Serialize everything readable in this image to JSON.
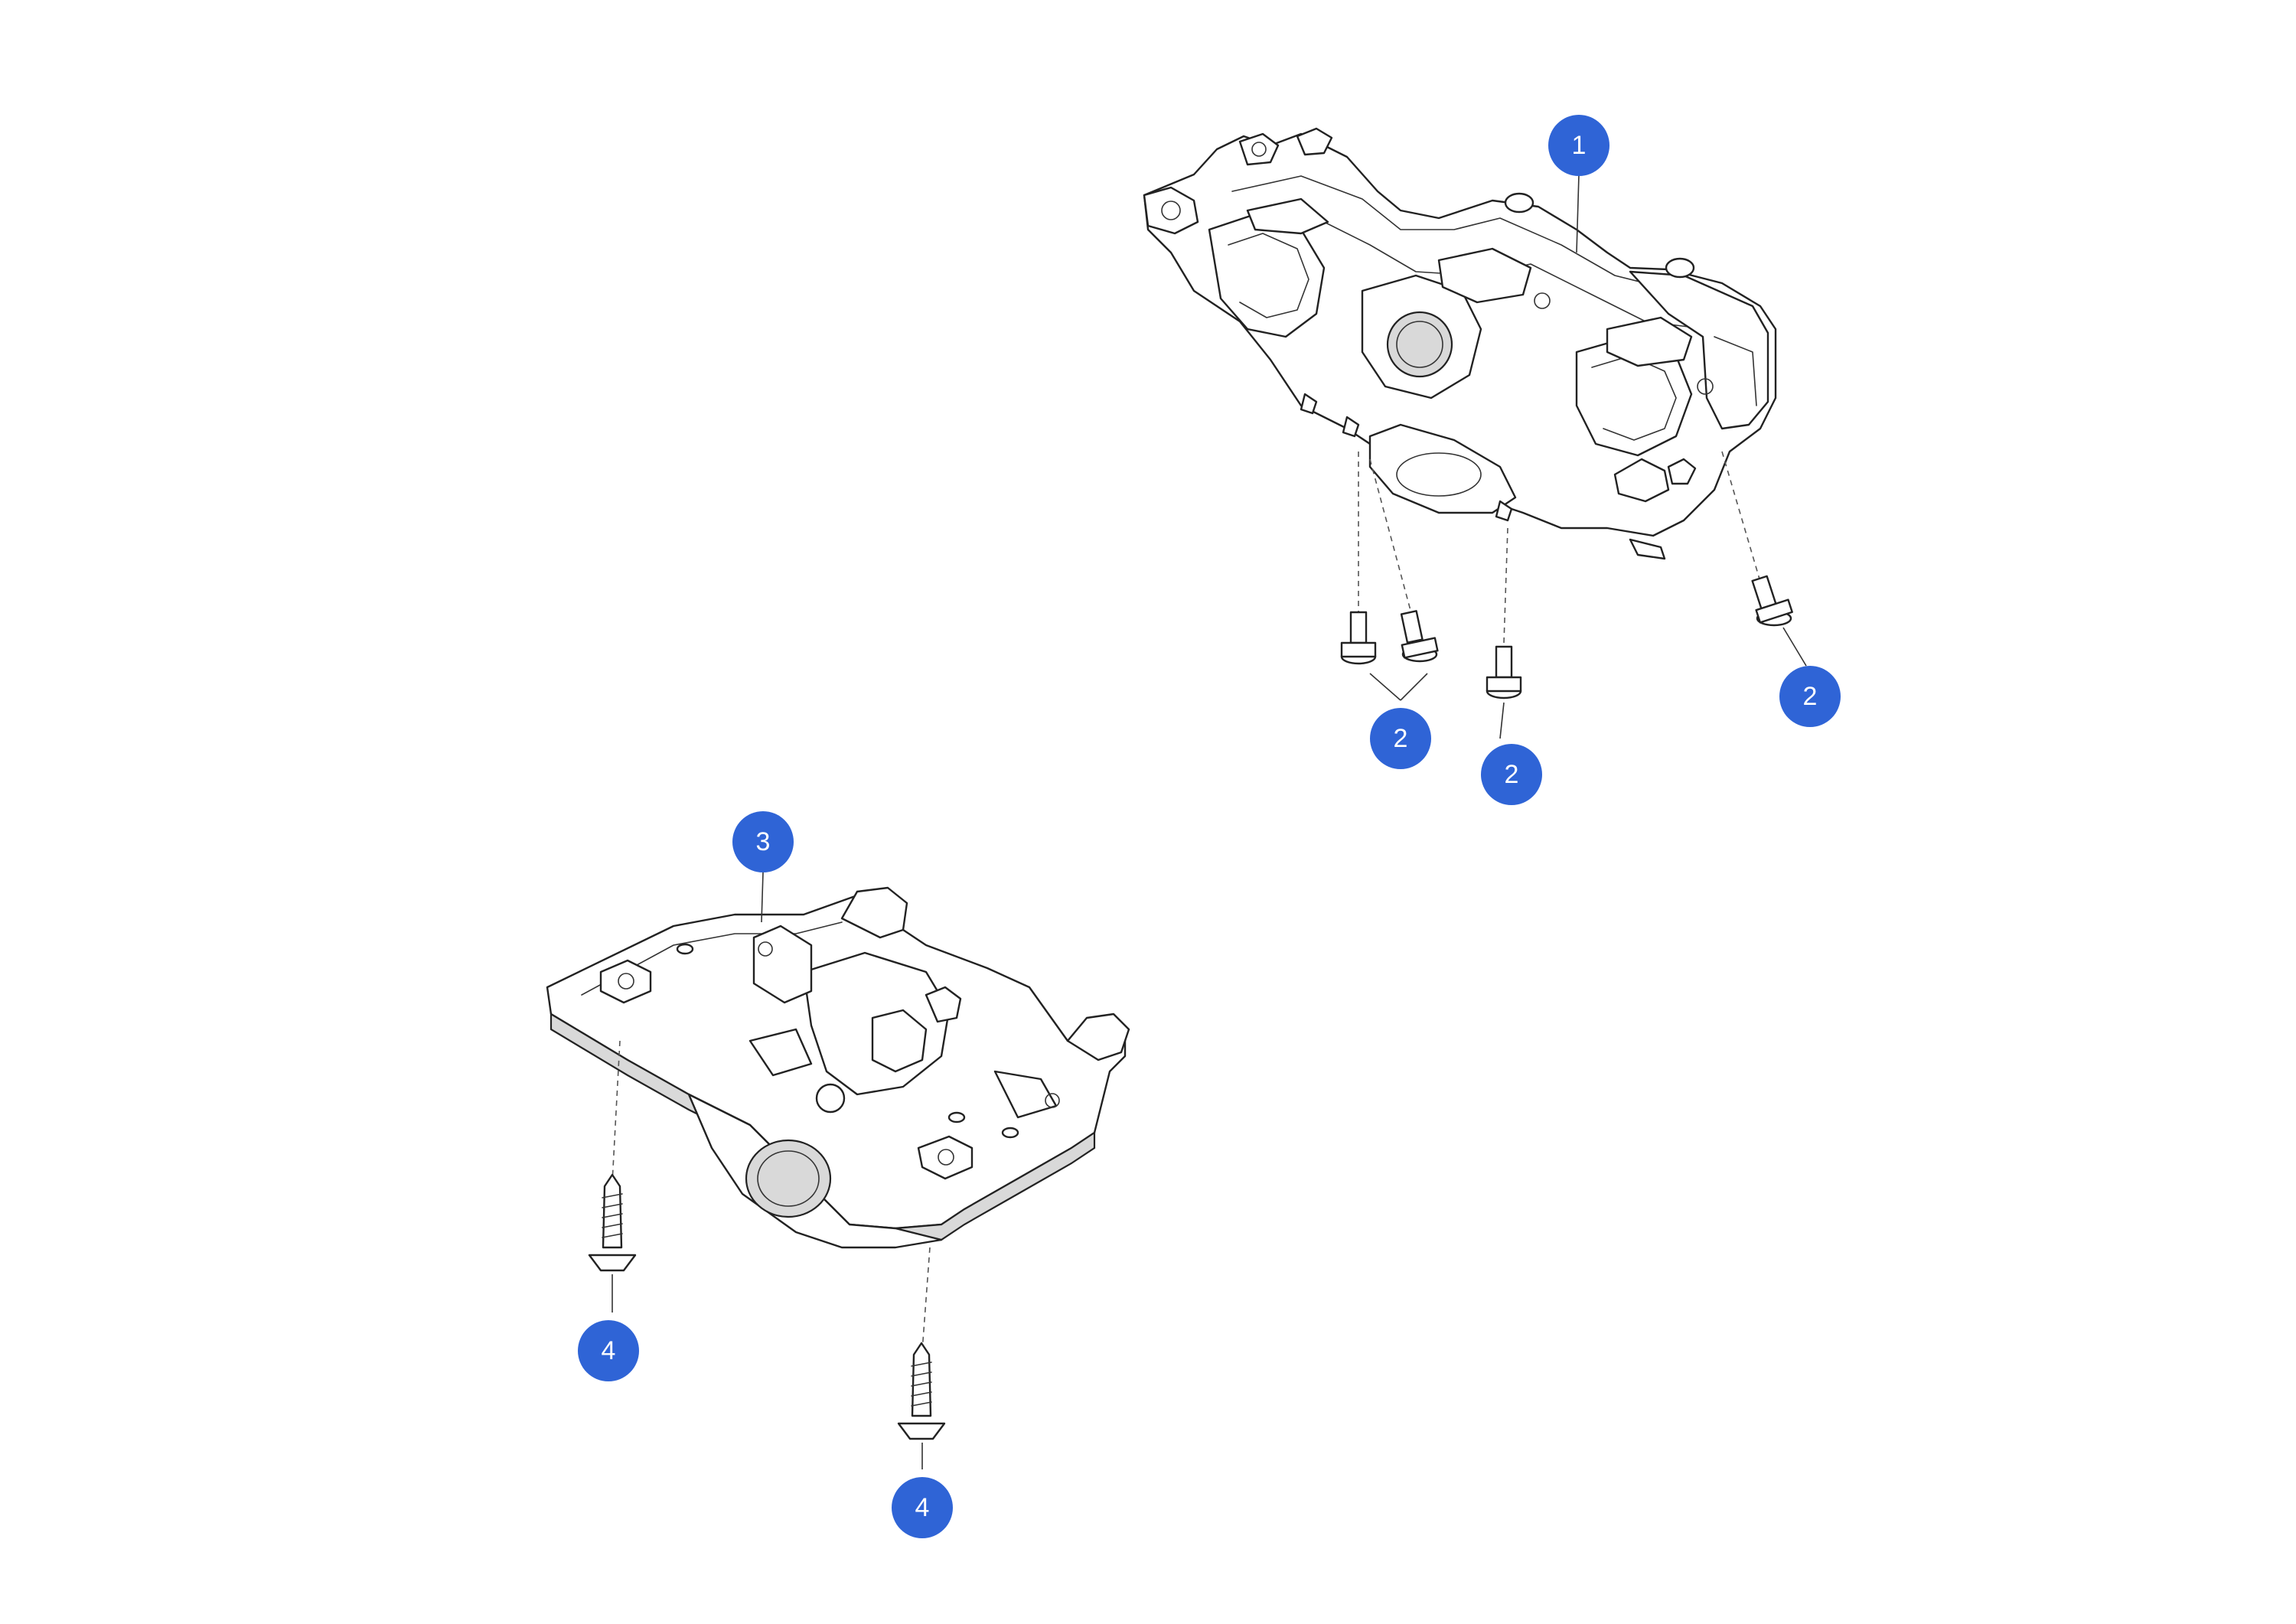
{
  "colors": {
    "callout": "#2f64d6",
    "line": "#222222",
    "background": "#ffffff"
  },
  "callouts": [
    {
      "label": "1"
    },
    {
      "label": "2"
    },
    {
      "label": "2"
    },
    {
      "label": "2"
    },
    {
      "label": "3"
    },
    {
      "label": "4"
    },
    {
      "label": "4"
    }
  ]
}
